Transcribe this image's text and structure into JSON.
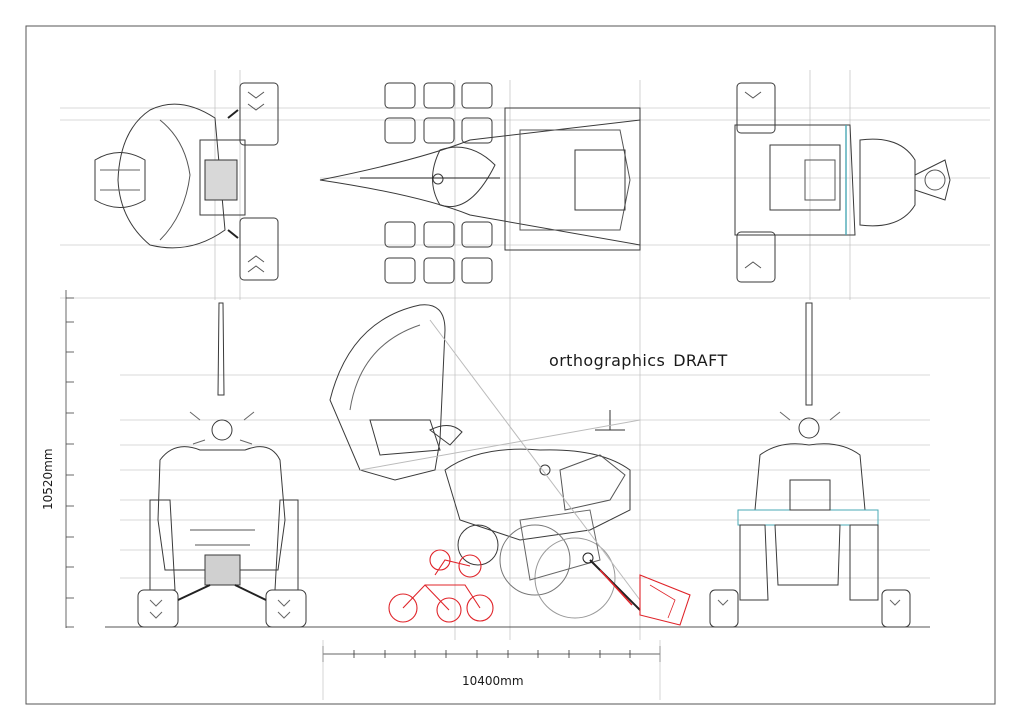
{
  "title": {
    "word1": "orthographics",
    "word2": "DRAFT"
  },
  "dimensions": {
    "width_label": "10400mm",
    "height_label": "10520mm"
  },
  "colors": {
    "line": "#3a3a3a",
    "faint": "#9a9a9a",
    "highlight": "#e0242a",
    "accent": "#4aa9b5"
  }
}
